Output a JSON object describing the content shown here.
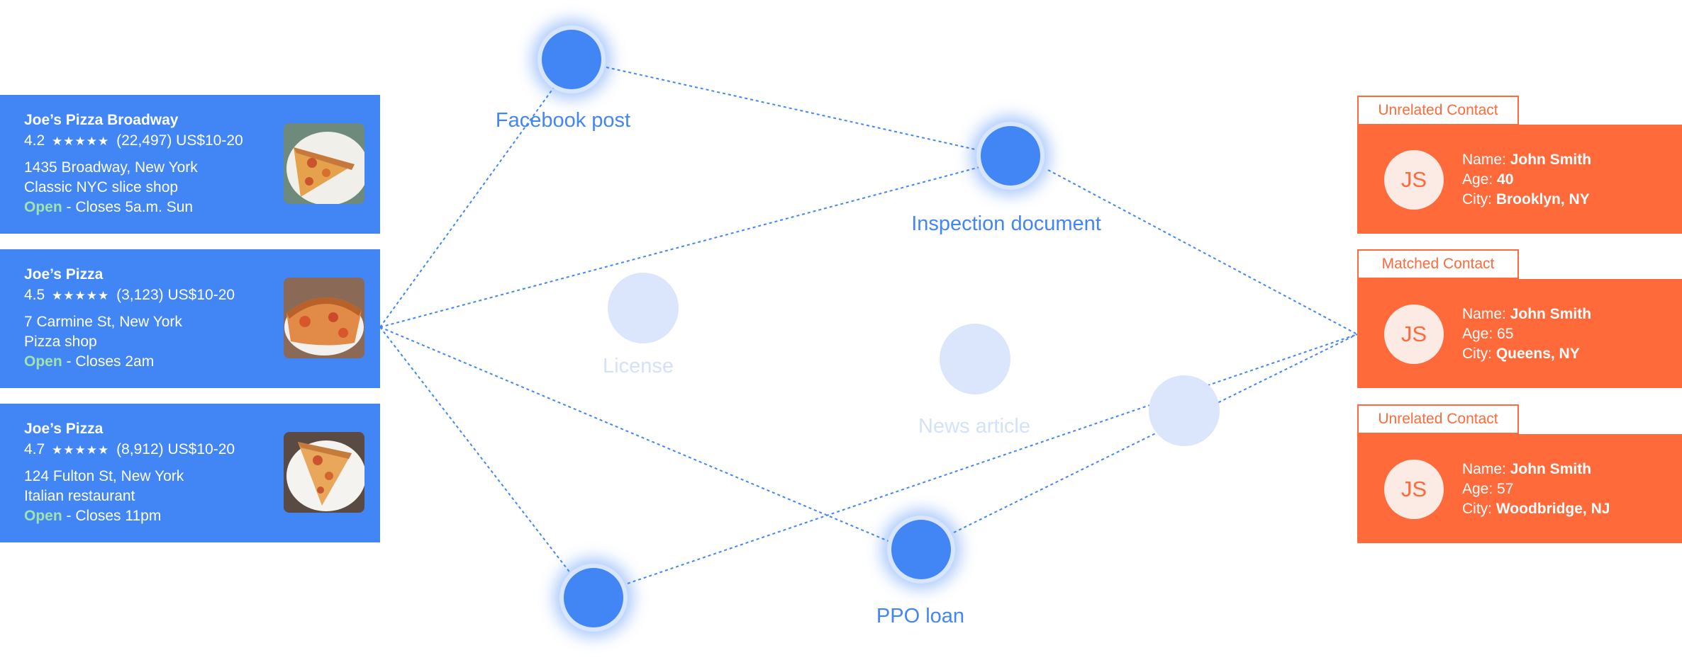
{
  "businesses": [
    {
      "name": "Joe’s Pizza Broadway",
      "rating": "4.2",
      "stars": "★★★★★",
      "reviews": "(22,497)",
      "price": "US$10-20",
      "address": "1435 Broadway, New York",
      "category": "Classic NYC slice shop",
      "open": "Open",
      "hours": " - Closes 5a.m. Sun"
    },
    {
      "name": "Joe’s Pizza",
      "rating": "4.5",
      "stars": "★★★★★",
      "reviews": "(3,123)",
      "price": "US$10-20",
      "address": "7 Carmine St, New York",
      "category": "Pizza shop",
      "open": "Open",
      "hours": " - Closes 2am"
    },
    {
      "name": "Joe’s Pizza",
      "rating": "4.7",
      "stars": "★★★★★",
      "reviews": "(8,912)",
      "price": "US$10-20",
      "address": "124 Fulton St, New York",
      "category": "Italian restaurant",
      "open": "Open",
      "hours": " - Closes 11pm"
    }
  ],
  "nodes": {
    "facebook_post": "Facebook post",
    "inspection_document": "Inspection document",
    "license": "License",
    "news_article": "News article",
    "ppo_loan": "PPO loan"
  },
  "contacts": [
    {
      "tag": "Unrelated Contact",
      "initials": "JS",
      "name_label": "Name: ",
      "name": "John Smith",
      "age_label": "Age: ",
      "age": "40",
      "city_label": "City: ",
      "city": "Brooklyn, NY"
    },
    {
      "tag": "Matched Contact",
      "initials": "JS",
      "name_label": "Name: ",
      "name": "John Smith",
      "age_label": "Age: ",
      "age": "65",
      "city_label": "City: ",
      "city": "Queens, NY"
    },
    {
      "tag": "Unrelated Contact",
      "initials": "JS",
      "name_label": "Name: ",
      "name": "John Smith",
      "age_label": "Age: ",
      "age": "57",
      "city_label": "City: ",
      "city": "Woodbridge, NJ"
    }
  ],
  "colors": {
    "primary": "#4286F5",
    "accent": "#FF6A3B",
    "open": "#9FE3A9",
    "faded_node": "#DBE6FC"
  }
}
